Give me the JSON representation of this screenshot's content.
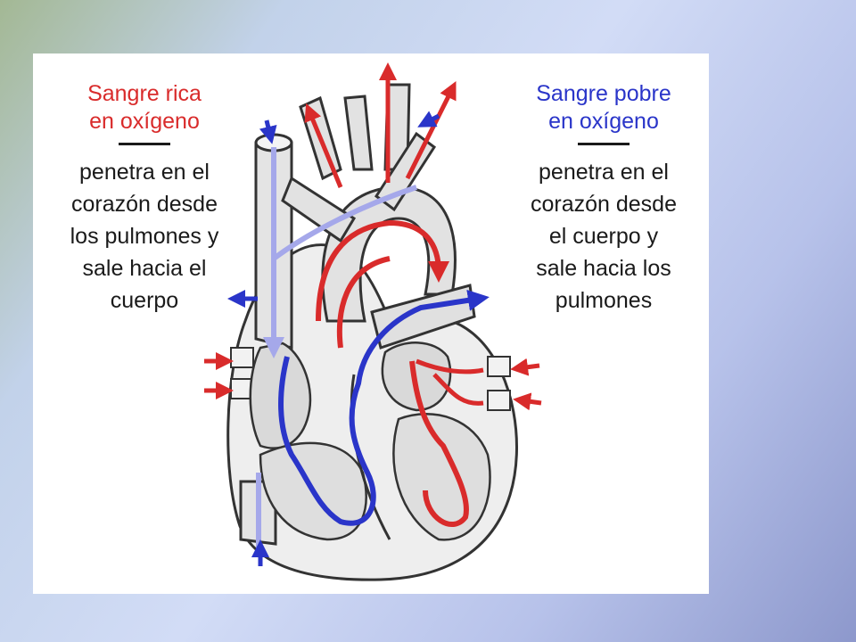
{
  "left_caption": {
    "title_lines": [
      "Sangre rica",
      "en oxígeno"
    ],
    "body_lines": [
      "penetra en el",
      "corazón desde",
      "los pulmones y",
      "sale hacia el",
      "cuerpo"
    ]
  },
  "right_caption": {
    "title_lines": [
      "Sangre pobre",
      "en oxígeno"
    ],
    "body_lines": [
      "penetra en el",
      "corazón desde",
      "el cuerpo y",
      "sale hacia los",
      "pulmones"
    ]
  },
  "colors": {
    "oxygen_rich": "#d92b2b",
    "oxygen_poor": "#2a35c9",
    "poor_light": "#a5a8ea",
    "outline": "#333333",
    "tissue": "#e8e8e8"
  },
  "icons": [
    "arrow-icon"
  ]
}
